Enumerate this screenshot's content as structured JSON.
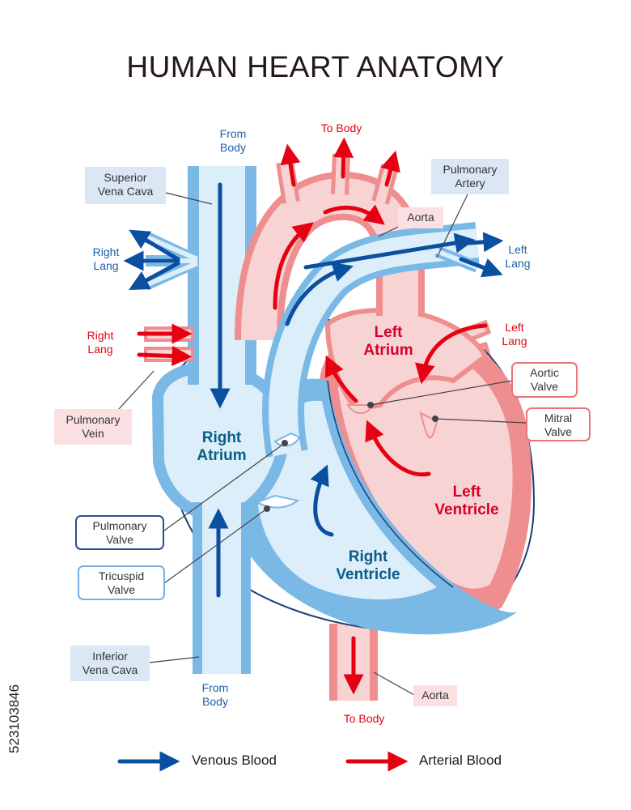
{
  "title": "HUMAN HEART ANATOMY",
  "chambers": {
    "right_atrium": [
      "Right",
      "Atrium"
    ],
    "left_atrium": [
      "Left",
      "Atrium"
    ],
    "right_ventricle": [
      "Right",
      "Ventricle"
    ],
    "left_ventricle": [
      "Left",
      "Ventricle"
    ]
  },
  "flow_labels": {
    "from_body_top": [
      "From",
      "Body"
    ],
    "from_body_bottom": [
      "From",
      "Body"
    ],
    "to_body_top": "To Body",
    "to_body_bottom": "To Body",
    "right_lang_blue": [
      "Right",
      "Lang"
    ],
    "right_lang_red": [
      "Right",
      "Lang"
    ],
    "left_lang_blue": [
      "Left",
      "Lang"
    ],
    "left_lang_red": [
      "Left",
      "Lang"
    ]
  },
  "callouts": {
    "superior_vena_cava": [
      "Superior",
      "Vena Cava"
    ],
    "pulmonary_artery": [
      "Pulmonary",
      "Artery"
    ],
    "aorta_top": "Aorta",
    "pulmonary_vein": [
      "Pulmonary",
      "Vein"
    ],
    "aortic_valve": [
      "Aortic",
      "Valve"
    ],
    "mitral_valve": [
      "Mitral",
      "Valve"
    ],
    "pulmonary_valve": [
      "Pulmonary",
      "Valve"
    ],
    "tricuspid_valve": [
      "Tricuspid",
      "Valve"
    ],
    "inferior_vena_cava": [
      "Inferior",
      "Vena Cava"
    ],
    "aorta_bottom": "Aorta"
  },
  "legend": {
    "venous": "Venous Blood",
    "arterial": "Arterial Blood"
  },
  "stock_id": "523103846",
  "colors": {
    "venous_arrow": "#0b4fa0",
    "arterial_arrow": "#e60012",
    "blue_fill": "#dbeefa",
    "blue_wall": "#7ab8e6",
    "pink_fill": "#f8d3d3",
    "pink_wall": "#ef8e8e"
  }
}
